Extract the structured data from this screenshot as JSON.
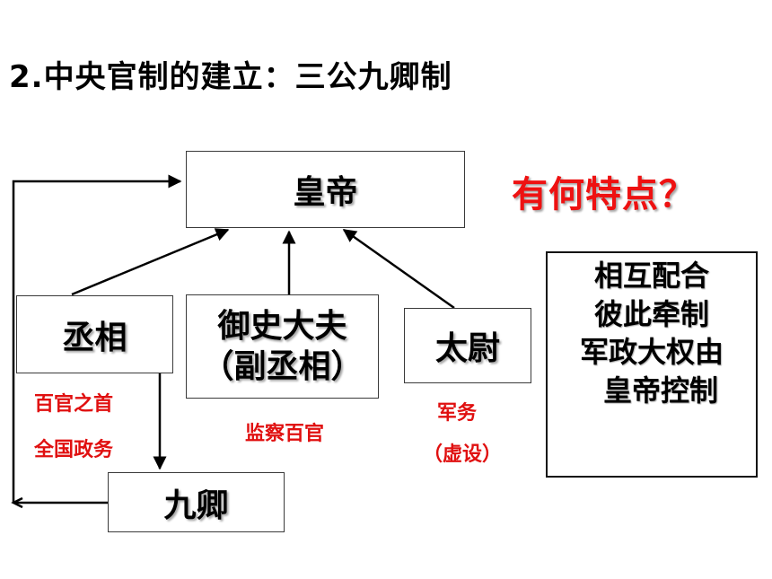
{
  "title": "2.中央官制的建立：三公九卿制",
  "boxes": {
    "emperor": "皇帝",
    "chancellor": "丞相",
    "censor_line1": "御史大夫",
    "censor_line2": "（副丞相）",
    "commandant": "太尉",
    "ministers": "九卿"
  },
  "question": "有何特点？",
  "features": [
    "相互配合",
    "彼此牵制",
    "军政大权由",
    "皇帝控制"
  ],
  "notes": {
    "chancellor_1": "百官之首",
    "chancellor_2": "全国政务",
    "censor": "监察百官",
    "commandant_1": "军务",
    "commandant_2": "（虚设）"
  },
  "colors": {
    "note": "#e01010",
    "question": "#ee1111"
  }
}
